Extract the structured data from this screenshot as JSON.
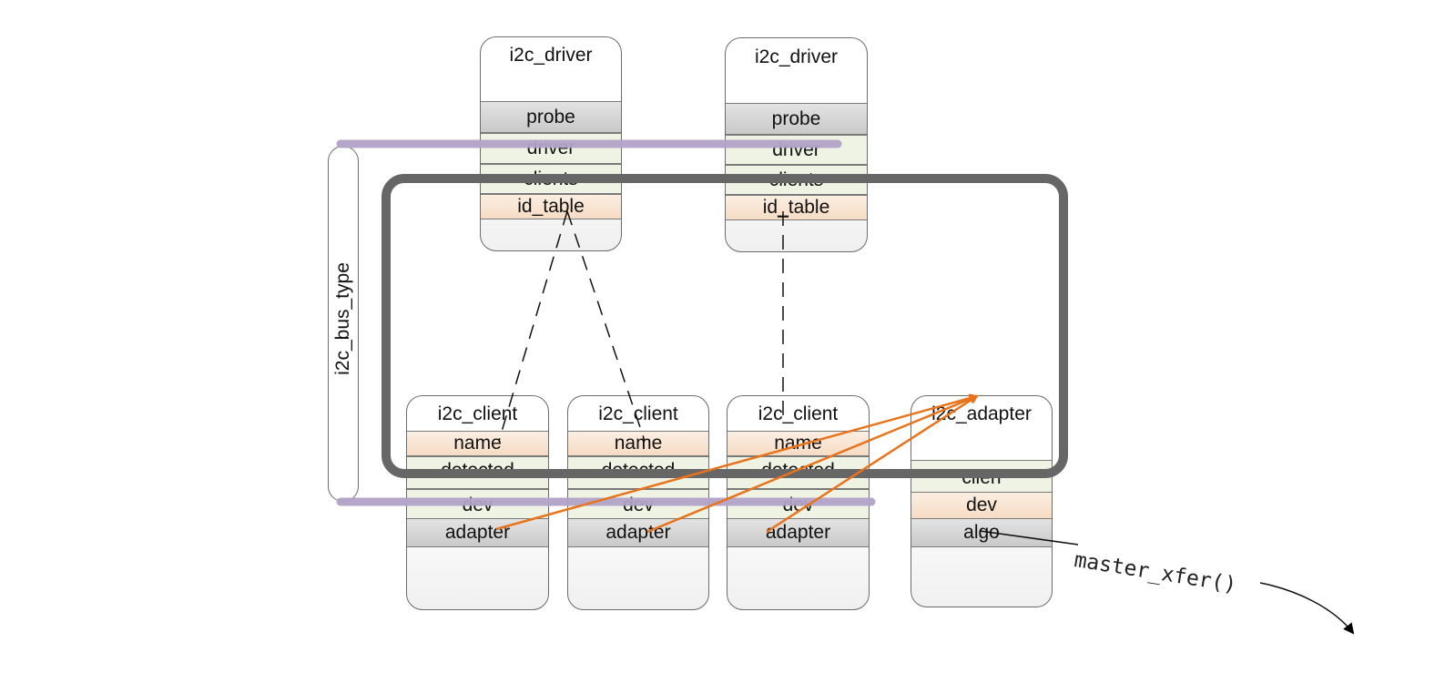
{
  "bus": {
    "label": "i2c_bus_type"
  },
  "drivers": [
    {
      "title": "i2c_driver",
      "fields": {
        "probe": "probe",
        "driver": "driver",
        "clients": "clients",
        "id_table": "id_table"
      }
    },
    {
      "title": "i2c_driver",
      "fields": {
        "probe": "probe",
        "driver": "driver",
        "clients": "clients",
        "id_table": "id_table"
      }
    }
  ],
  "clients": [
    {
      "title": "i2c_client",
      "fields": {
        "name": "name",
        "detected": "detected",
        "dev": "dev",
        "adapter": "adapter"
      }
    },
    {
      "title": "i2c_client",
      "fields": {
        "name": "name",
        "detected": "detected",
        "dev": "dev",
        "adapter": "adapter"
      }
    },
    {
      "title": "i2c_client",
      "fields": {
        "name": "name",
        "detected": "detected",
        "dev": "dev",
        "adapter": "adapter"
      }
    }
  ],
  "adapter": {
    "title": "i2c_adapter",
    "fields": {
      "clien": "clien",
      "dev": "dev",
      "algo": "algo"
    }
  },
  "callout": {
    "label": "master_xfer()"
  },
  "colors": {
    "bus_line": "#b3a3c8",
    "client_list_loop": "#666666",
    "adapter_arrow": "#e8731a",
    "match_line": "#111111"
  }
}
